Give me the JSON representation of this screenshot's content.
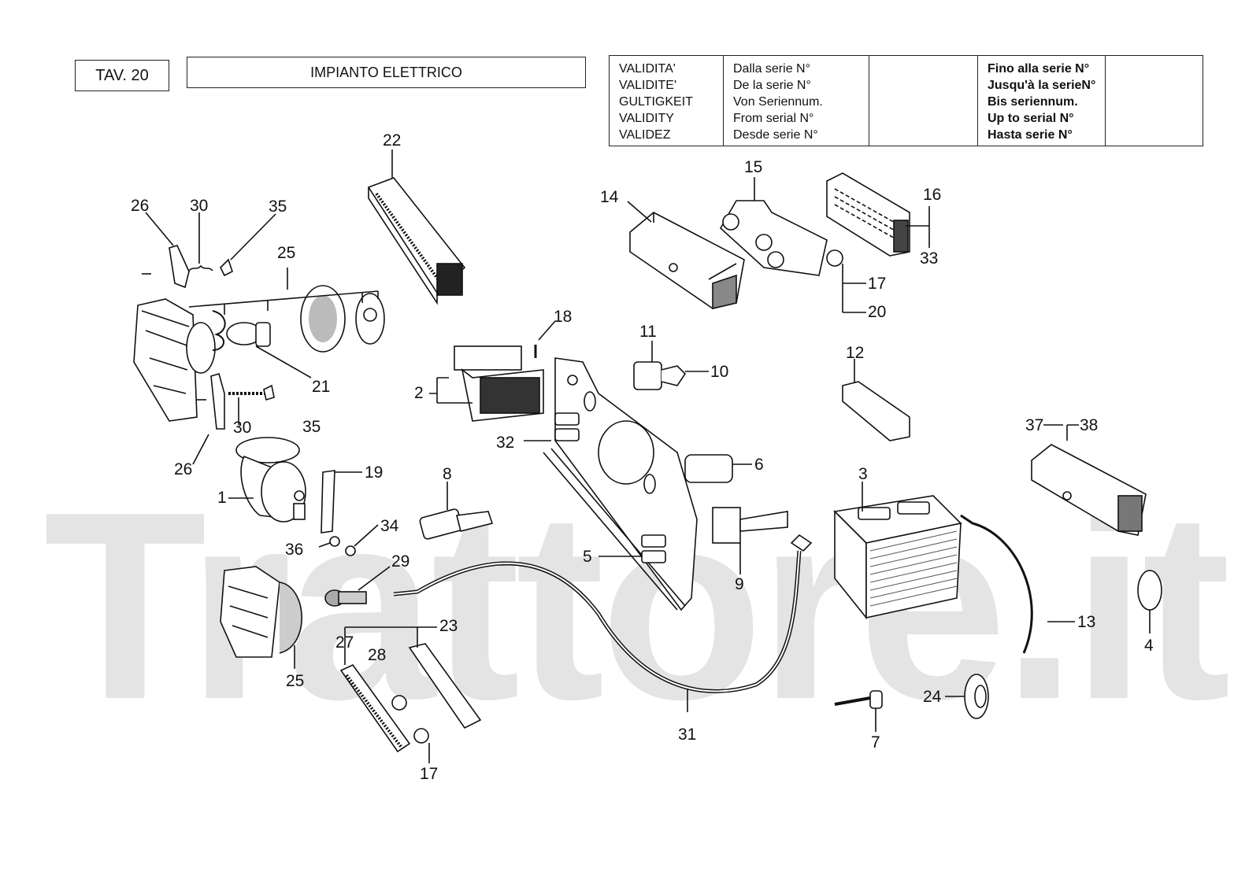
{
  "header": {
    "table_label": "TAV. 20",
    "title": "IMPIANTO ELETTRICO"
  },
  "validity_table": {
    "languages": [
      "VALIDITA'",
      "VALIDITE'",
      "GULTIGKEIT",
      "VALIDITY",
      "VALIDEZ"
    ],
    "from_serial": [
      "Dalla serie N°",
      "De la serie N°",
      "Von  Seriennum.",
      "From serial N°",
      "Desde serie N°"
    ],
    "from_value": "",
    "to_serial": [
      "Fino alla serie N°",
      "Jusqu'à la serieN°",
      "Bis seriennum.",
      "Up to serial N°",
      "Hasta serie N°"
    ],
    "to_value": ""
  },
  "watermark": "Trattore.it",
  "callouts": [
    {
      "id": "c22",
      "text": "22"
    },
    {
      "id": "c26a",
      "text": "26"
    },
    {
      "id": "c30a",
      "text": "30"
    },
    {
      "id": "c35a",
      "text": "35"
    },
    {
      "id": "c25a",
      "text": "25"
    },
    {
      "id": "c21",
      "text": "21"
    },
    {
      "id": "c30b",
      "text": "30"
    },
    {
      "id": "c35b",
      "text": "35"
    },
    {
      "id": "c26b",
      "text": "26"
    },
    {
      "id": "c19",
      "text": "19"
    },
    {
      "id": "c1",
      "text": "1"
    },
    {
      "id": "c34",
      "text": "34"
    },
    {
      "id": "c36",
      "text": "36"
    },
    {
      "id": "c29",
      "text": "29"
    },
    {
      "id": "c25b",
      "text": "25"
    },
    {
      "id": "c23",
      "text": "23"
    },
    {
      "id": "c27",
      "text": "27"
    },
    {
      "id": "c28",
      "text": "28"
    },
    {
      "id": "c17b",
      "text": "17"
    },
    {
      "id": "c14",
      "text": "14"
    },
    {
      "id": "c15",
      "text": "15"
    },
    {
      "id": "c16",
      "text": "16"
    },
    {
      "id": "c33",
      "text": "33"
    },
    {
      "id": "c17a",
      "text": "17"
    },
    {
      "id": "c20",
      "text": "20"
    },
    {
      "id": "c18",
      "text": "18"
    },
    {
      "id": "c2",
      "text": "2"
    },
    {
      "id": "c11",
      "text": "11"
    },
    {
      "id": "c10",
      "text": "10"
    },
    {
      "id": "c32",
      "text": "32"
    },
    {
      "id": "c6",
      "text": "6"
    },
    {
      "id": "c8",
      "text": "8"
    },
    {
      "id": "c5",
      "text": "5"
    },
    {
      "id": "c9",
      "text": "9"
    },
    {
      "id": "c12",
      "text": "12"
    },
    {
      "id": "c37",
      "text": "37"
    },
    {
      "id": "c38",
      "text": "38"
    },
    {
      "id": "c3",
      "text": "3"
    },
    {
      "id": "c13",
      "text": "13"
    },
    {
      "id": "c4",
      "text": "4"
    },
    {
      "id": "c31",
      "text": "31"
    },
    {
      "id": "c7",
      "text": "7"
    },
    {
      "id": "c24",
      "text": "24"
    }
  ]
}
